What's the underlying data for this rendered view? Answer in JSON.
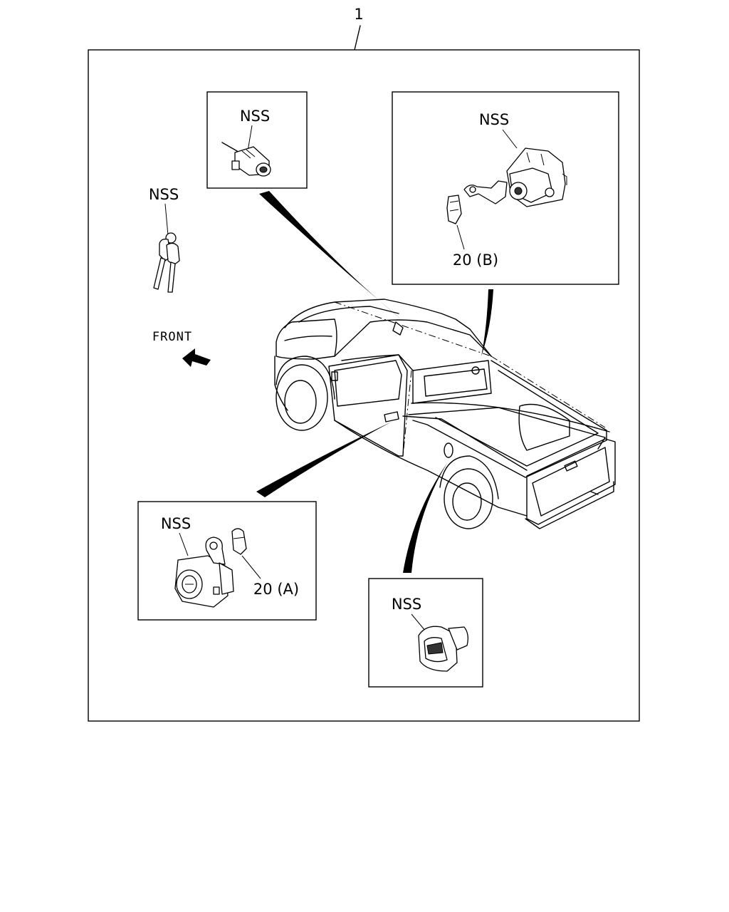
{
  "diagram": {
    "callout_main": "1",
    "front_label": "FRONT",
    "key_label": "NSS",
    "ignition_label": "NSS",
    "tailgate_label": "NSS",
    "tailgate_part_ref": "20 (B)",
    "door_label": "NSS",
    "door_part_ref": "20 (A)",
    "fuel_label": "NSS"
  }
}
